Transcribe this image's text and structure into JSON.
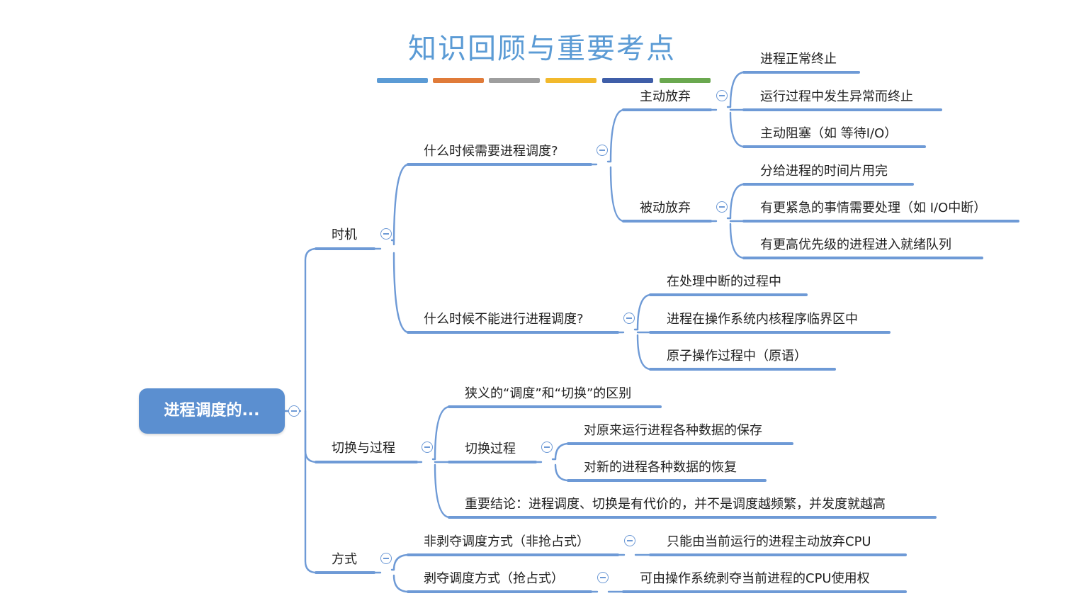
{
  "title": "知识回顾与重要考点",
  "palette": [
    "#5b9bd5",
    "#e07b39",
    "#9e9e9e",
    "#f2b92c",
    "#3f5ea8",
    "#6aa84f"
  ],
  "root": "进程调度的...",
  "branches": {
    "timing": {
      "label": "时机",
      "when_needed": {
        "label": "什么时候需要进程调度?",
        "active": {
          "label": "主动放弃",
          "items": [
            "进程正常终止",
            "运行过程中发生异常而终止",
            "主动阻塞（如 等待I/O）"
          ]
        },
        "passive": {
          "label": "被动放弃",
          "items": [
            "分给进程的时间片用完",
            "有更紧急的事情需要处理（如 I/O中断）",
            "有更高优先级的进程进入就绪队列"
          ]
        }
      },
      "when_not": {
        "label": "什么时候不能进行进程调度?",
        "items": [
          "在处理中断的过程中",
          "进程在操作系统内核程序临界区中",
          "原子操作过程中（原语）"
        ]
      }
    },
    "switch": {
      "label": "切换与过程",
      "narrow": "狭义的“调度”和“切换”的区别",
      "process": {
        "label": "切换过程",
        "items": [
          "对原来运行进程各种数据的保存",
          "对新的进程各种数据的恢复"
        ]
      },
      "conclusion": "重要结论：进程调度、切换是有代价的，并不是调度越频繁，并发度就越高"
    },
    "mode": {
      "label": "方式",
      "non_preemptive": {
        "label": "非剥夺调度方式（非抢占式）",
        "desc": "只能由当前运行的进程主动放弃CPU"
      },
      "preemptive": {
        "label": "剥夺调度方式（抢占式）",
        "desc": "可由操作系统剥夺当前进程的CPU使用权"
      }
    }
  }
}
